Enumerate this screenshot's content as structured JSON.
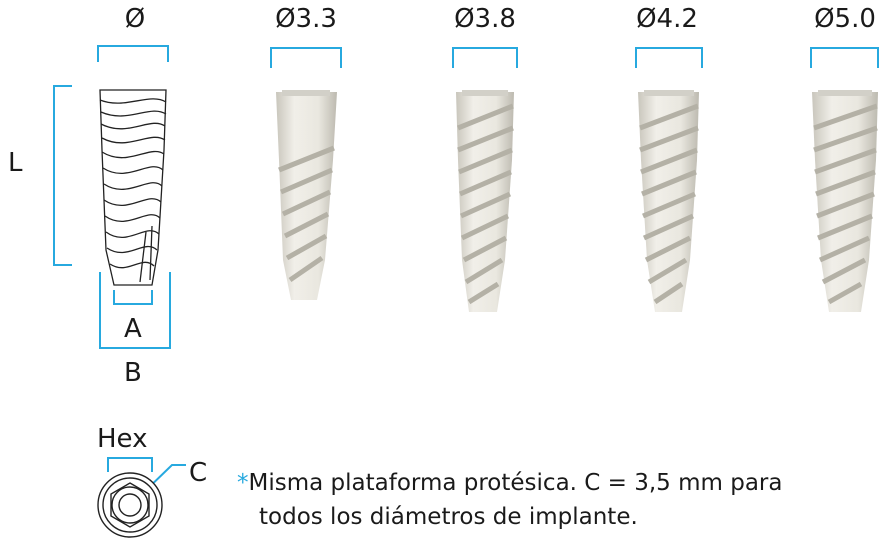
{
  "diameters": {
    "generic": "Ø",
    "d33": "Ø3.3",
    "d38": "Ø3.8",
    "d42": "Ø4.2",
    "d50": "Ø5.0"
  },
  "dimensions": {
    "length": "L",
    "apex_width": "A",
    "base_width": "B",
    "platform": "C",
    "hex": "Hex"
  },
  "note": {
    "asterisk": "*",
    "line1": "Misma plataforma protésica. C = 3,5 mm para",
    "line2": "todos los diámetros de implante."
  },
  "colors": {
    "dimension_line": "#27a9df",
    "implant_body": "#e6e4dc",
    "implant_shadow": "#b9b6ac",
    "outline": "#222222"
  }
}
